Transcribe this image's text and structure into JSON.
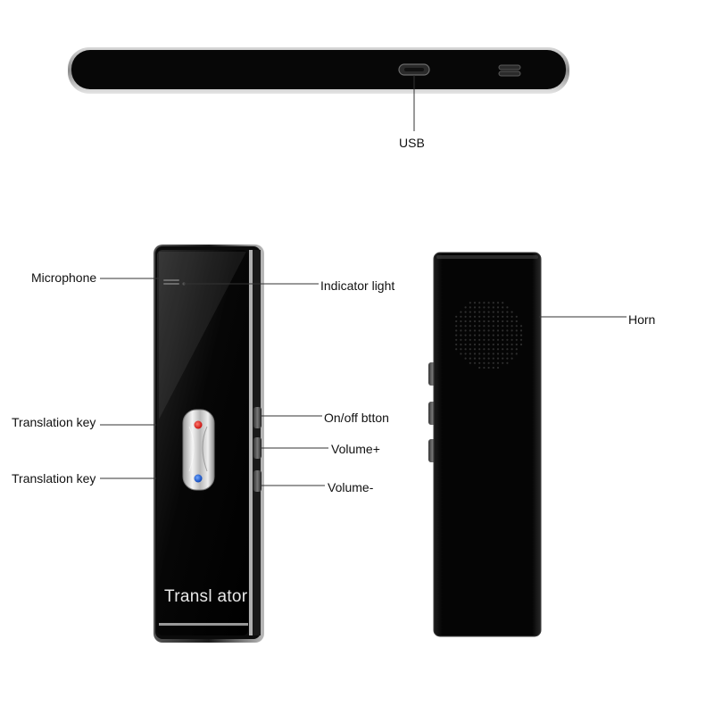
{
  "labels": {
    "usb": "USB",
    "microphone": "Microphone",
    "indicator_light": "Indicator light",
    "horn": "Horn",
    "translation_key_top": "Translation key",
    "translation_key_bottom": "Translation key",
    "on_off_button": "On/off btton",
    "volume_plus": "Volume+",
    "volume_minus": "Volume-"
  },
  "device": {
    "brand_text": "Transl ator"
  },
  "colors": {
    "body": "#0a0a0a",
    "bezel": "#9a9a9a",
    "key_red": "#e0201e",
    "key_blue": "#1a5fd6",
    "leader_line": "#333333"
  }
}
